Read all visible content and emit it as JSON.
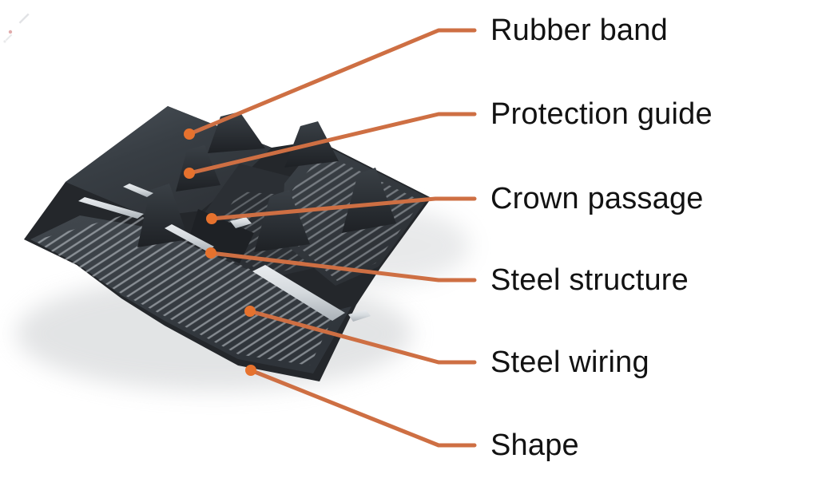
{
  "figure": {
    "type": "annotated_part_diagram",
    "colors": {
      "background": "#FFFFFF",
      "leader_line": "#CE6F43",
      "dot": "#E6722E",
      "body_dark": "#24272B",
      "body_mid": "#363B41",
      "steel_strip": "#CED3D7",
      "label_text": "#121212"
    },
    "callouts": [
      {
        "label": "Rubber band"
      },
      {
        "label": "Protection guide"
      },
      {
        "label": "Crown passage"
      },
      {
        "label": "Steel structure"
      },
      {
        "label": "Steel wiring"
      },
      {
        "label": "Shape"
      }
    ]
  }
}
